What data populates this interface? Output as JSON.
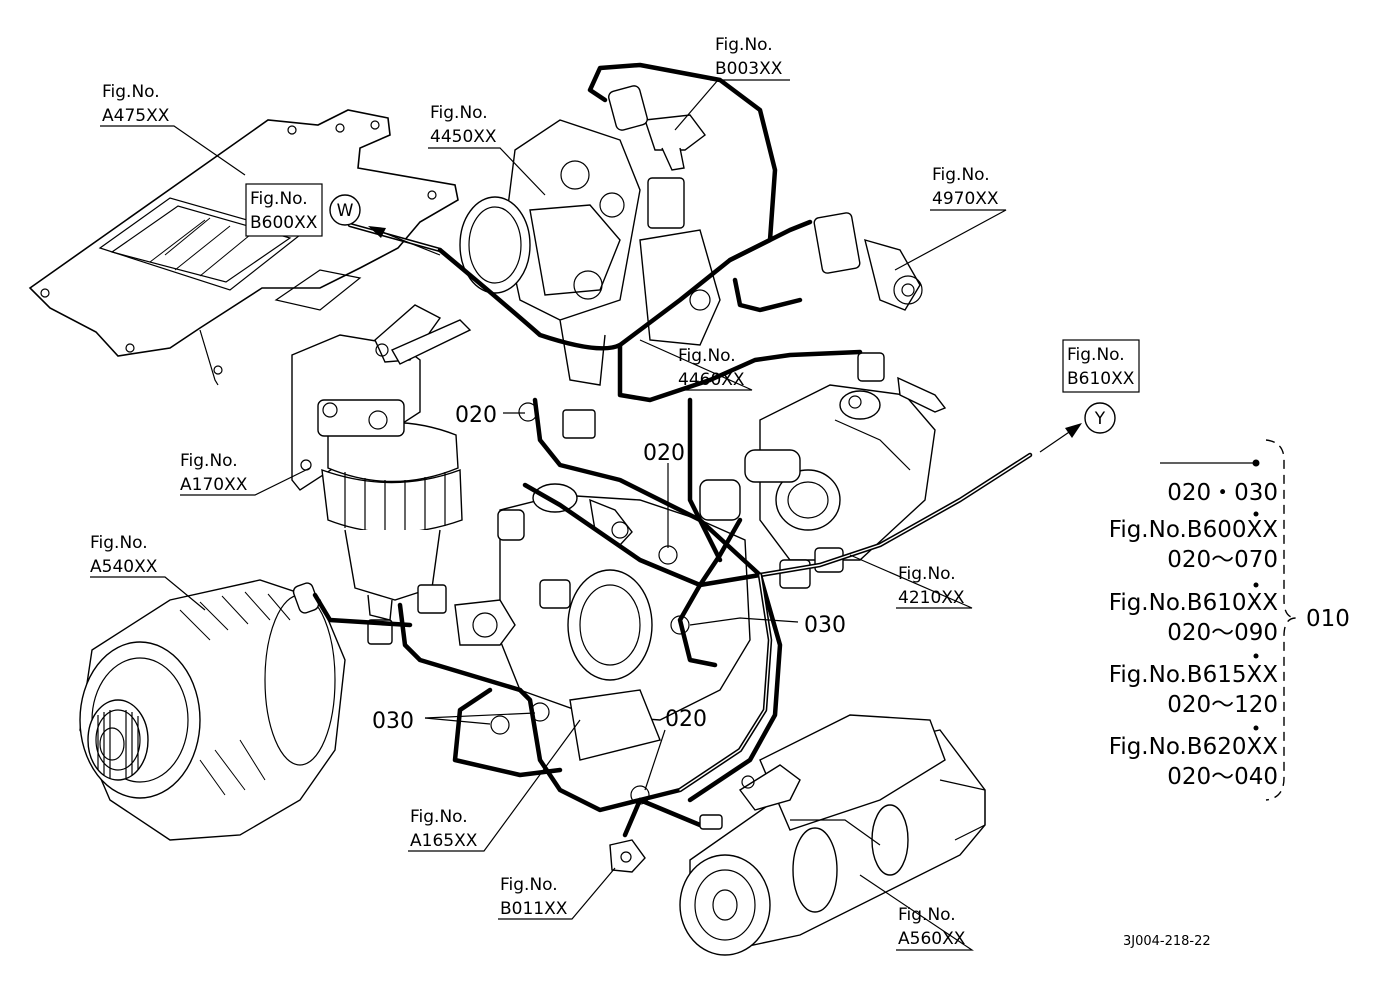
{
  "callouts": {
    "a475": {
      "prefix": "Fig.No.",
      "code": "A475XX"
    },
    "b003": {
      "prefix": "Fig.No.",
      "code": "B003XX"
    },
    "c4450": {
      "prefix": "Fig.No.",
      "code": "4450XX"
    },
    "c4970": {
      "prefix": "Fig.No.",
      "code": "4970XX"
    },
    "b600": {
      "prefix": "Fig.No.",
      "code": "B600XX"
    },
    "c4460": {
      "prefix": "Fig.No.",
      "code": "4460XX"
    },
    "b610": {
      "prefix": "Fig.No.",
      "code": "B610XX"
    },
    "a170": {
      "prefix": "Fig.No.",
      "code": "A170XX"
    },
    "a540": {
      "prefix": "Fig.No.",
      "code": "A540XX"
    },
    "c4210": {
      "prefix": "Fig.No.",
      "code": "4210XX"
    },
    "a165": {
      "prefix": "Fig.No.",
      "code": "A165XX"
    },
    "b011": {
      "prefix": "Fig.No.",
      "code": "B011XX"
    },
    "a560": {
      "prefix": "Fig.No.",
      "code": "A560XX"
    }
  },
  "connectors": {
    "w": "W",
    "y": "Y"
  },
  "part_numbers": {
    "p020_top": "020",
    "p020_mid": "020",
    "p020_bottom": "020",
    "p030_right": "030",
    "p030_left": "030"
  },
  "legend": {
    "line1": "020・030",
    "line2": "Fig.No.B600XX",
    "line3": "020～070",
    "line4": "Fig.No.B610XX",
    "line5": "020～090",
    "line6": "Fig.No.B615XX",
    "line7": "020～120",
    "line8": "Fig.No.B620XX",
    "line9": "020～040",
    "assembly": "010"
  },
  "drawing_code": "3J004-218-22"
}
